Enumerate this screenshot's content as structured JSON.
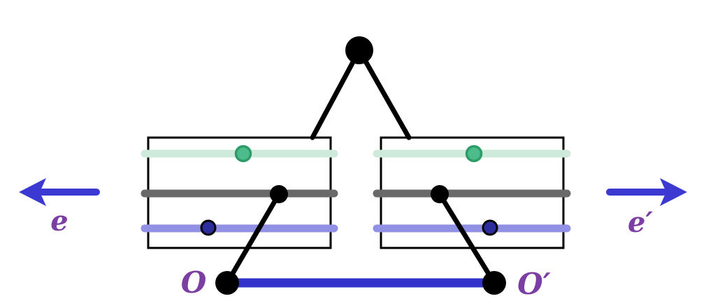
{
  "diagram": {
    "labels": {
      "left_arrow": "e",
      "right_arrow": "e′",
      "left_observer": "O",
      "right_observer": "O′"
    },
    "colors": {
      "black": "#000000",
      "mint_line": "#cdeada",
      "green_dot_fill": "#4dbb8b",
      "green_dot_stroke": "#2d9c69",
      "gray_line": "#696969",
      "lavender_line": "#9090e4",
      "navy_dot_fill": "#2c2c9c",
      "blue_segment": "#3333cc",
      "arrow_blue": "#3b39d1",
      "label_purple": "#7b3fa4",
      "background": "#ffffff"
    }
  }
}
